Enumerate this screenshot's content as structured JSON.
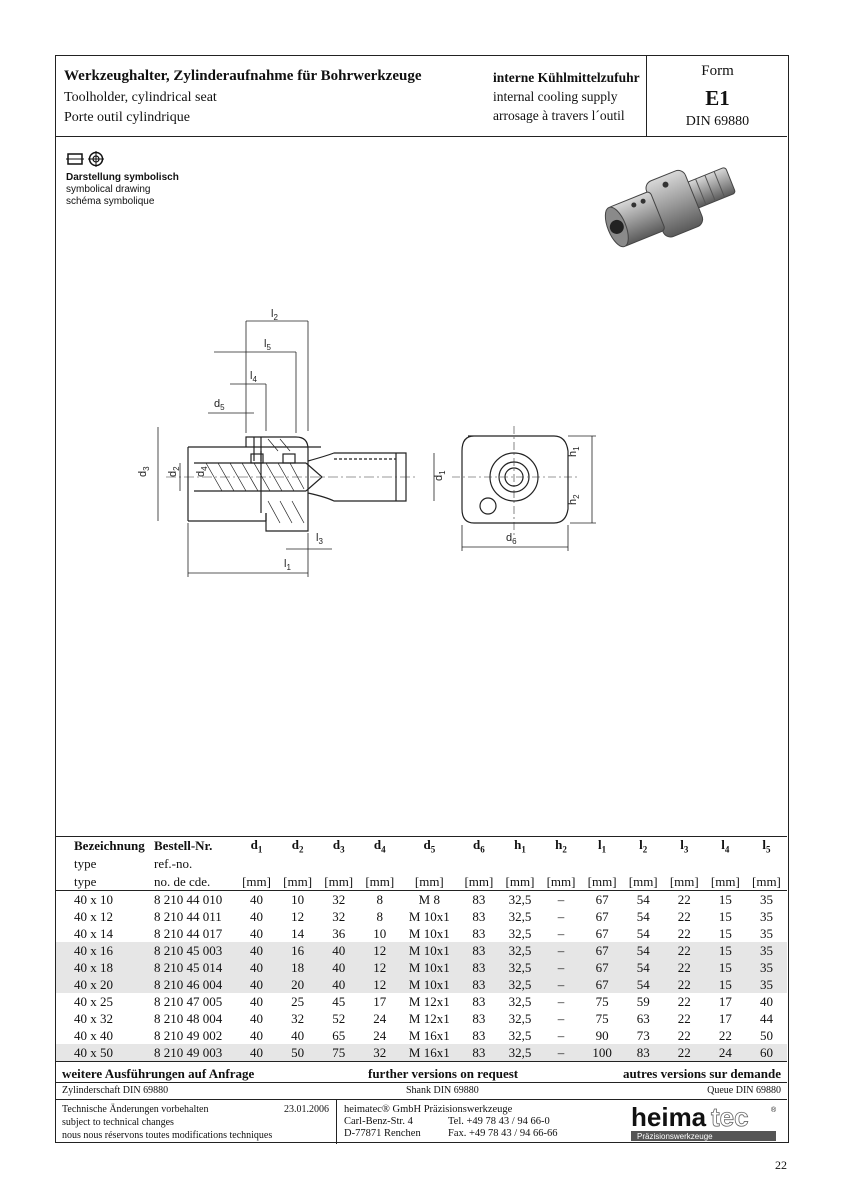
{
  "header": {
    "title_de": "Werkzeughalter, Zylinderaufnahme für Bohrwerkzeuge",
    "title_en": "Toolholder, cylindrical seat",
    "title_fr": "Porte outil cylindrique",
    "cooling_de": "interne Kühlmittelzufuhr",
    "cooling_en": "internal cooling supply",
    "cooling_fr": "arrosage à travers l´outil",
    "form_label": "Form",
    "form_code": "E1",
    "din": "DIN 69880"
  },
  "symbolic": {
    "de": "Darstellung symbolisch",
    "en": "symbolical drawing",
    "fr": "schéma symbolique"
  },
  "drawing_labels": {
    "l1": "l",
    "l1_sub": "1",
    "l2": "l",
    "l2_sub": "2",
    "l3": "l",
    "l3_sub": "3",
    "l4": "l",
    "l4_sub": "4",
    "l5": "l",
    "l5_sub": "5",
    "d1": "d",
    "d1_sub": "1",
    "d2": "d",
    "d2_sub": "2",
    "d3": "d",
    "d3_sub": "3",
    "d4": "d",
    "d4_sub": "4",
    "d5": "d",
    "d5_sub": "5",
    "d6": "d",
    "d6_sub": "6",
    "h1": "h",
    "h1_sub": "1",
    "h2": "h",
    "h2_sub": "2"
  },
  "table": {
    "header_row1": [
      "Bezeichnung",
      "Bestell-Nr.",
      "d1",
      "d2",
      "d3",
      "d4",
      "d5",
      "d6",
      "h1",
      "h2",
      "l1",
      "l2",
      "l3",
      "l4",
      "l5"
    ],
    "header_row2": [
      "type",
      "ref.-no."
    ],
    "header_row3": [
      "type",
      "no. de cde.",
      "[mm]",
      "[mm]",
      "[mm]",
      "[mm]",
      "[mm]",
      "[mm]",
      "[mm]",
      "[mm]",
      "[mm]",
      "[mm]",
      "[mm]",
      "[mm]",
      "[mm]"
    ],
    "rows": [
      [
        "40 x 10",
        "8 210 44 010",
        "40",
        "10",
        "32",
        "8",
        "M 8",
        "83",
        "32,5",
        "–",
        "67",
        "54",
        "22",
        "15",
        "35"
      ],
      [
        "40 x 12",
        "8 210 44 011",
        "40",
        "12",
        "32",
        "8",
        "M 10x1",
        "83",
        "32,5",
        "–",
        "67",
        "54",
        "22",
        "15",
        "35"
      ],
      [
        "40 x 14",
        "8 210 44 017",
        "40",
        "14",
        "36",
        "10",
        "M 10x1",
        "83",
        "32,5",
        "–",
        "67",
        "54",
        "22",
        "15",
        "35"
      ],
      [
        "40 x 16",
        "8 210 45 003",
        "40",
        "16",
        "40",
        "12",
        "M 10x1",
        "83",
        "32,5",
        "–",
        "67",
        "54",
        "22",
        "15",
        "35"
      ],
      [
        "40 x 18",
        "8 210 45 014",
        "40",
        "18",
        "40",
        "12",
        "M 10x1",
        "83",
        "32,5",
        "–",
        "67",
        "54",
        "22",
        "15",
        "35"
      ],
      [
        "40 x 20",
        "8 210 46 004",
        "40",
        "20",
        "40",
        "12",
        "M 10x1",
        "83",
        "32,5",
        "–",
        "67",
        "54",
        "22",
        "15",
        "35"
      ],
      [
        "40 x 25",
        "8 210 47 005",
        "40",
        "25",
        "45",
        "17",
        "M 12x1",
        "83",
        "32,5",
        "–",
        "75",
        "59",
        "22",
        "17",
        "40"
      ],
      [
        "40 x 32",
        "8 210 48 004",
        "40",
        "32",
        "52",
        "24",
        "M 12x1",
        "83",
        "32,5",
        "–",
        "75",
        "63",
        "22",
        "17",
        "44"
      ],
      [
        "40 x 40",
        "8 210 49 002",
        "40",
        "40",
        "65",
        "24",
        "M 16x1",
        "83",
        "32,5",
        "–",
        "90",
        "73",
        "22",
        "22",
        "50"
      ],
      [
        "40 x 50",
        "8 210 49 003",
        "40",
        "50",
        "75",
        "32",
        "M 16x1",
        "83",
        "32,5",
        "–",
        "100",
        "83",
        "22",
        "24",
        "60"
      ]
    ]
  },
  "further": {
    "de": "weitere Ausführungen auf Anfrage",
    "en": "further versions on request",
    "fr": "autres versions sur demande"
  },
  "shank": {
    "de": "Zylinderschaft DIN 69880",
    "en": "Shank DIN 69880",
    "fr": "Queue DIN 69880"
  },
  "footer": {
    "changes_de": "Technische Änderungen vorbehalten",
    "date": "23.01.2006",
    "changes_en": "subject to technical changes",
    "changes_fr": "nous nous réservons toutes modifications techniques",
    "company": "heimatec® GmbH  Präzisionswerkzeuge",
    "street": "Carl-Benz-Str. 4",
    "tel": "Tel. +49 78 43 / 94 66-0",
    "city": "D-77871 Renchen",
    "fax": "Fax. +49 78 43 / 94 66-66",
    "logo_word_a": "heima",
    "logo_word_b": "tec",
    "logo_sub": "Präzisionswerkzeuge"
  },
  "page_number": "22"
}
